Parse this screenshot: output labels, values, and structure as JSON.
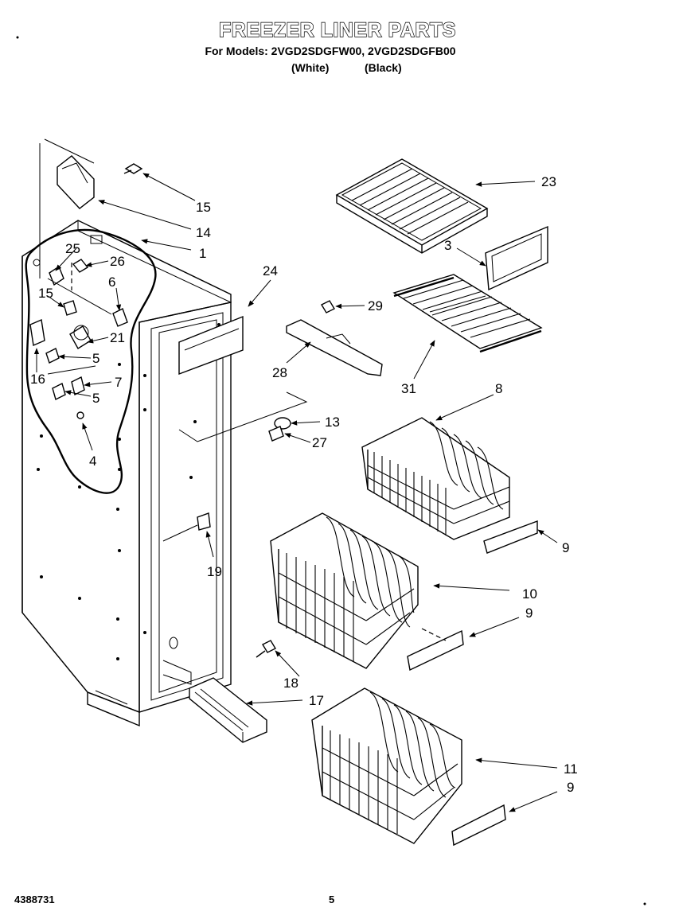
{
  "header": {
    "title": "FREEZER LINER PARTS",
    "models_line": "For Models: 2VGD2SDGFW00, 2VGD2SDGFB00",
    "color_white": "(White)",
    "color_black": "(Black)"
  },
  "callouts": {
    "n23": "23",
    "n3": "3",
    "n15a": "15",
    "n14": "14",
    "n1": "1",
    "n25": "25",
    "n26": "26",
    "n24": "24",
    "n6": "6",
    "n15b": "15",
    "n29": "29",
    "n21": "21",
    "n5a": "5",
    "n28": "28",
    "n31": "31",
    "n16": "16",
    "n7": "7",
    "n5b": "5",
    "n8": "8",
    "n13": "13",
    "n27": "27",
    "n4": "4",
    "n9a": "9",
    "n19": "19",
    "n10": "10",
    "n9b": "9",
    "n18": "18",
    "n17": "17",
    "n11": "11",
    "n9c": "9"
  },
  "footer": {
    "doc_number": "4388731",
    "page_number": "5"
  }
}
